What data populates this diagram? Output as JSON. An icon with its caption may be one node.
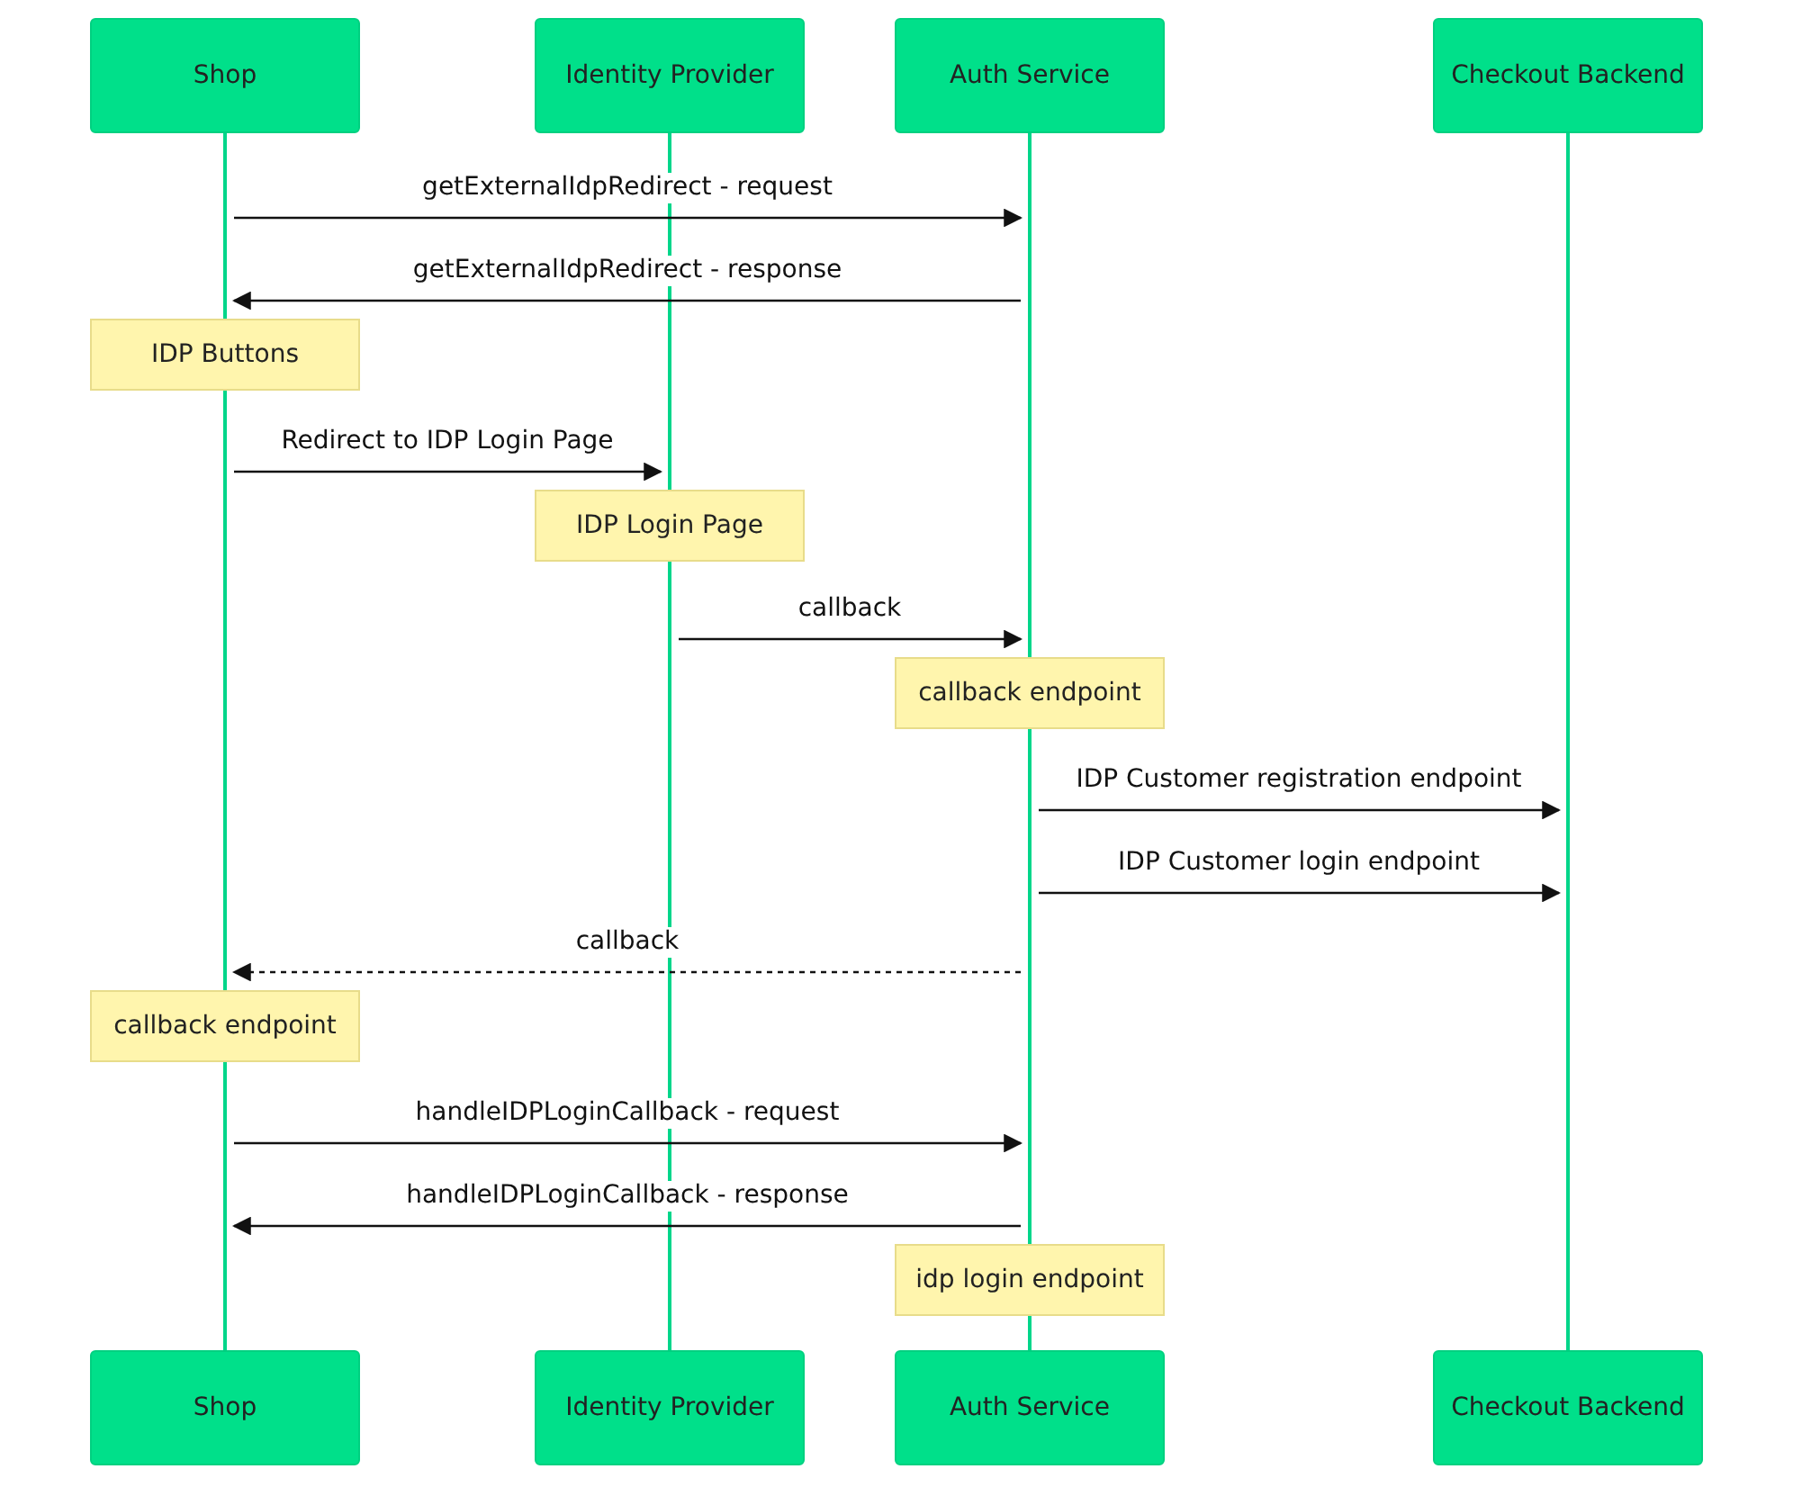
{
  "diagram": {
    "nodes": [
      {
        "text": [
          "Shop"
        ]
      },
      {
        "text": [
          "Identity Provider"
        ]
      },
      {
        "text": [
          "Auth Service"
        ]
      },
      {
        "text": [
          "Checkout Backend"
        ]
      },
      {
        "text": [],
        "shape": "bar"
      },
      {
        "text": [],
        "shape": "bar"
      },
      {
        "text": [],
        "shape": "bar"
      },
      {
        "text": [],
        "shape": "bar"
      },
      {
        "text": [
          "IDP Buttons"
        ]
      },
      {
        "text": [
          "IDP Login Page"
        ]
      },
      {
        "text": [
          "callback endpoint"
        ]
      },
      {
        "text": [
          "callback endpoint"
        ]
      },
      {
        "text": [
          "idp login endpoint"
        ]
      },
      {
        "text": [
          "Shop"
        ]
      },
      {
        "text": [
          "Identity Provider"
        ]
      },
      {
        "text": [
          "Auth Service"
        ]
      },
      {
        "text": [
          "Checkout Backend"
        ]
      }
    ],
    "edges": [
      {
        "from": 4,
        "to": 6,
        "arrow": "to",
        "label": "getExternalIdpRedirect - request"
      },
      {
        "from": 6,
        "to": 4,
        "arrow": "to",
        "label": "getExternalIdpRedirect - response"
      },
      {
        "from": 4,
        "to": 5,
        "arrow": "to",
        "label": "Redirect to IDP Login Page"
      },
      {
        "from": 5,
        "to": 6,
        "arrow": "to",
        "label": "callback"
      },
      {
        "from": 6,
        "to": 7,
        "arrow": "to",
        "label": "IDP Customer registration endpoint"
      },
      {
        "from": 6,
        "to": 7,
        "arrow": "to",
        "label": "IDP Customer login endpoint"
      },
      {
        "from": 6,
        "to": 4,
        "arrow": "to",
        "label": "callback",
        "style": "dashed"
      },
      {
        "from": 4,
        "to": 6,
        "arrow": "to",
        "label": "handleIDPLoginCallback - request"
      },
      {
        "from": 6,
        "to": 4,
        "arrow": "to",
        "label": "handleIDPLoginCallback - response"
      }
    ]
  }
}
